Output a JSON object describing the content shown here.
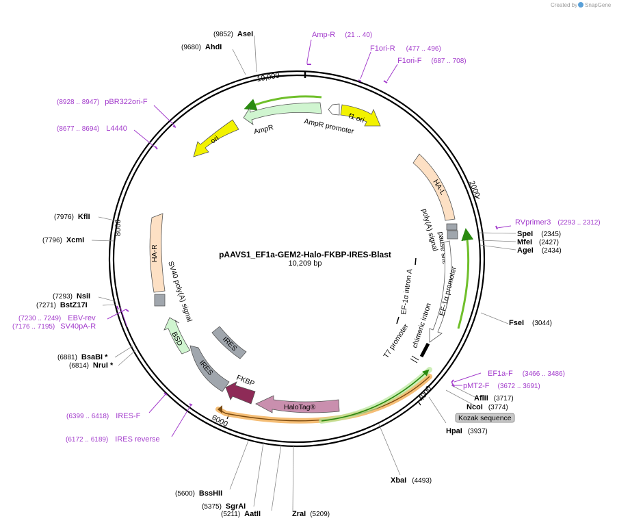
{
  "watermark": {
    "prefix": "Created by",
    "brand": "SnapGene"
  },
  "plasmid": {
    "name": "pAAVS1_EF1a-GEM2-Halo-FKBP-IRES-Blast",
    "size_label": "10,209 bp"
  },
  "ticks": [
    "10,000",
    "2000",
    "4000",
    "6000",
    "8000"
  ],
  "enzymes": [
    {
      "name": "AseI",
      "pos": "(9852)"
    },
    {
      "name": "AhdI",
      "pos": "(9680)"
    },
    {
      "name": "KflI",
      "pos": "(7976)"
    },
    {
      "name": "XcmI",
      "pos": "(7796)"
    },
    {
      "name": "NsiI",
      "pos": "(7293)"
    },
    {
      "name": "BstZ17I",
      "pos": "(7271)"
    },
    {
      "name": "BsaBI *",
      "pos": "(6881)"
    },
    {
      "name": "NruI *",
      "pos": "(6814)"
    },
    {
      "name": "BssHII",
      "pos": "(5600)"
    },
    {
      "name": "SgrAI",
      "pos": "(5375)"
    },
    {
      "name": "AatII",
      "pos": "(5211)"
    },
    {
      "name": "ZraI",
      "pos": "(5209)"
    },
    {
      "name": "XbaI",
      "pos": "(4493)"
    },
    {
      "name": "HpaI",
      "pos": "(3937)"
    },
    {
      "name": "NcoI",
      "pos": "(3774)"
    },
    {
      "name": "AflII",
      "pos": "(3717)"
    },
    {
      "name": "FseI",
      "pos": "(3044)"
    },
    {
      "name": "SpeI",
      "pos": "(2345)"
    },
    {
      "name": "MfeI",
      "pos": "(2427)"
    },
    {
      "name": "AgeI",
      "pos": "(2434)"
    }
  ],
  "primers": [
    {
      "name": "Amp-R",
      "pos": "(21 .. 40)"
    },
    {
      "name": "F1ori-R",
      "pos": "(477 .. 496)"
    },
    {
      "name": "F1ori-F",
      "pos": "(687 .. 708)"
    },
    {
      "name": "pBR322ori-F",
      "pos": "(8928 .. 8947)"
    },
    {
      "name": "L4440",
      "pos": "(8677 .. 8694)"
    },
    {
      "name": "RVprimer3",
      "pos": "(2293 .. 2312)"
    },
    {
      "name": "EBV-rev",
      "pos": "(7230 .. 7249)"
    },
    {
      "name": "SV40pA-R",
      "pos": "(7176 .. 7195)"
    },
    {
      "name": "EF1a-F",
      "pos": "(3466 .. 3486)"
    },
    {
      "name": "pMT2-F",
      "pos": "(3672 .. 3691)"
    },
    {
      "name": "IRES-F",
      "pos": "(6399 .. 6418)"
    },
    {
      "name": "IRES reverse",
      "pos": "(6172 .. 6189)"
    }
  ],
  "features": {
    "ampr": "AmpR",
    "ampr_promoter": "AmpR promoter",
    "f1_ori": "f1 ori",
    "ori": "ori",
    "hal": "HA-L",
    "polya": "poly(A) signal",
    "pause": "pause site",
    "ef1a_promoter": "EF-1α promoter",
    "ef1a_intron": "EF-1α intron A",
    "chimeric_intron": "chimeric intron",
    "t7": "T7 promoter",
    "har": "HA-R",
    "sv40": "SV40 poly(A) signal",
    "bsd": "BSD",
    "ires1": "IRES",
    "ires2": "IRES",
    "fkbp": "FKBP",
    "halotag": "HaloTag®",
    "kozak": "Kozak sequence"
  },
  "colors": {
    "backbone": "#000000",
    "primer": "#a33ccc",
    "yellow_feature": "#f2f200",
    "green_feature": "#d0f5d0",
    "peach_feature": "#fde0c4",
    "gray_feature": "#a0a6ad",
    "fkbp": "#8e2b57",
    "halotag": "#c98fae",
    "orf_orange": "#f3b35e",
    "orf_green": "#6fbf2a"
  }
}
